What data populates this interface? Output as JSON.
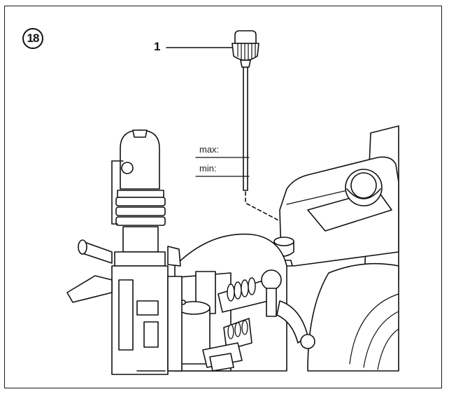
{
  "figure": {
    "number": "18",
    "part_label": "1",
    "level_max": "max:",
    "level_min": "min:"
  }
}
